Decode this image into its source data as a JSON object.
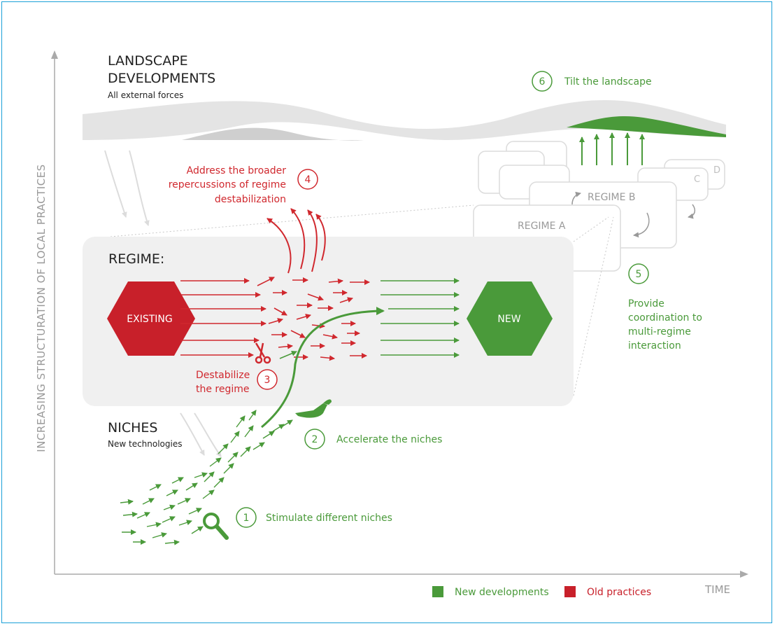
{
  "axes": {
    "y_label": "INCREASING STRUCTURATION OF LOCAL PRACTICES",
    "x_label": "TIME"
  },
  "landscape": {
    "title_line1": "LANDSCAPE",
    "title_line2": "DEVELOPMENTS",
    "subtitle": "All external forces"
  },
  "regime": {
    "title": "REGIME:",
    "existing_label": "EXISTING",
    "new_label": "NEW"
  },
  "niches": {
    "title": "NICHES",
    "subtitle": "New technologies"
  },
  "regime_stack": {
    "a": "REGIME A",
    "b": "REGIME B",
    "c": "C",
    "d": "D"
  },
  "steps": [
    {
      "number": "1",
      "lines": [
        "Stimulate different niches"
      ],
      "color": "#4a9a3a"
    },
    {
      "number": "2",
      "lines": [
        "Accelerate the niches"
      ],
      "color": "#4a9a3a"
    },
    {
      "number": "3",
      "lines": [
        "Destabilize",
        "the regime"
      ],
      "color": "#d0282e"
    },
    {
      "number": "4",
      "lines": [
        "Address the broader",
        "repercussions of regime",
        "destabilization"
      ],
      "color": "#d0282e"
    },
    {
      "number": "5",
      "lines": [
        "Provide",
        "coordination to",
        "multi-regime",
        "interaction"
      ],
      "color": "#4a9a3a"
    },
    {
      "number": "6",
      "lines": [
        "Tilt the landscape"
      ],
      "color": "#4a9a3a"
    }
  ],
  "legend": [
    {
      "label": "New developments",
      "color": "#4a9a3a"
    },
    {
      "label": "Old practices",
      "color": "#c8202a"
    }
  ],
  "icons": [
    "magnifier-icon",
    "scissors-icon",
    "watering-can-icon"
  ]
}
